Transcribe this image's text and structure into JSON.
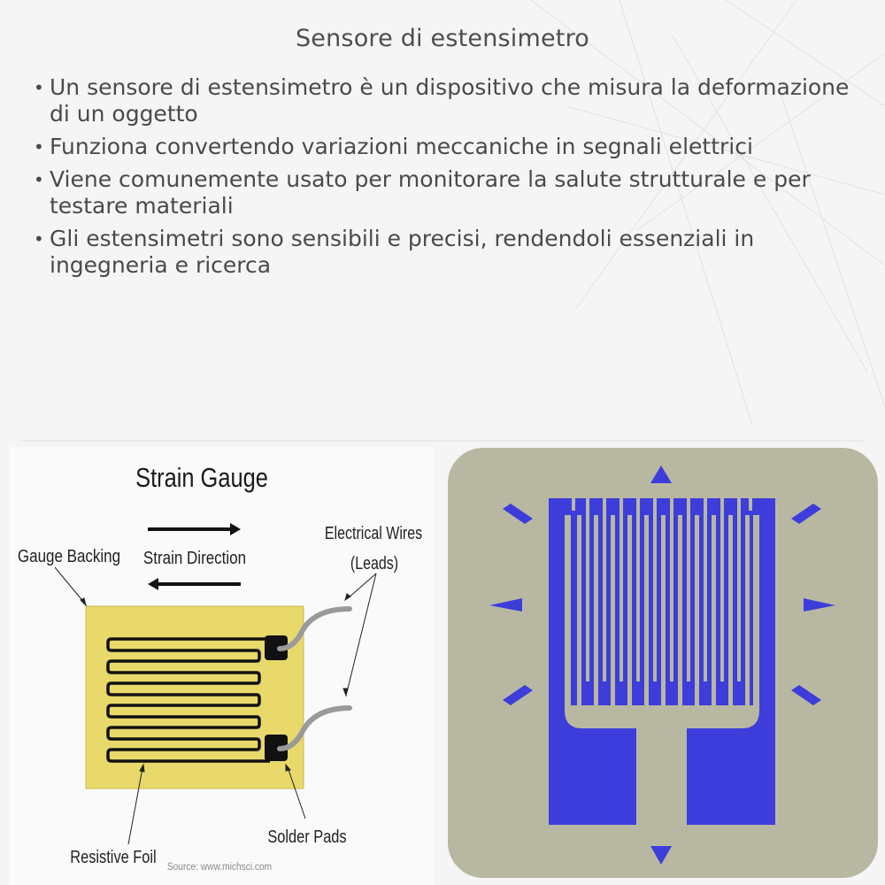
{
  "slide": {
    "title": "Sensore di estensimetro",
    "bullets": [
      {
        "text": "Un sensore di estensimetro è un dispositivo che misura la deformazione di un oggetto"
      },
      {
        "text": "Funziona convertendo variazioni meccaniche in segnali elettrici"
      },
      {
        "text": "Viene comunemente usato per monitorare la salute strutturale e per testare materiali"
      },
      {
        "text": "Gli estensimetri sono sensibili e precisi, rendendoli essenziali in ingegneria e ricerca"
      }
    ],
    "bullet_symbol": "•"
  },
  "left_figure": {
    "title": "Strain Gauge",
    "labels": {
      "gauge_backing": "Gauge Backing",
      "strain_direction": "Strain Direction",
      "electrical_wires_line1": "Electrical Wires",
      "electrical_wires_line2": "(Leads)",
      "resistive_foil": "Resistive Foil",
      "solder_pads": "Solder Pads"
    },
    "source": "Source: www.michsci.com",
    "colors": {
      "backing": "#e8d96a",
      "foil": "#111111",
      "wire": "#9a9a9a"
    }
  },
  "right_figure": {
    "description": "strain-gauge-icon",
    "colors": {
      "background": "#b8b8a2",
      "foil": "#3d3ddb"
    }
  }
}
